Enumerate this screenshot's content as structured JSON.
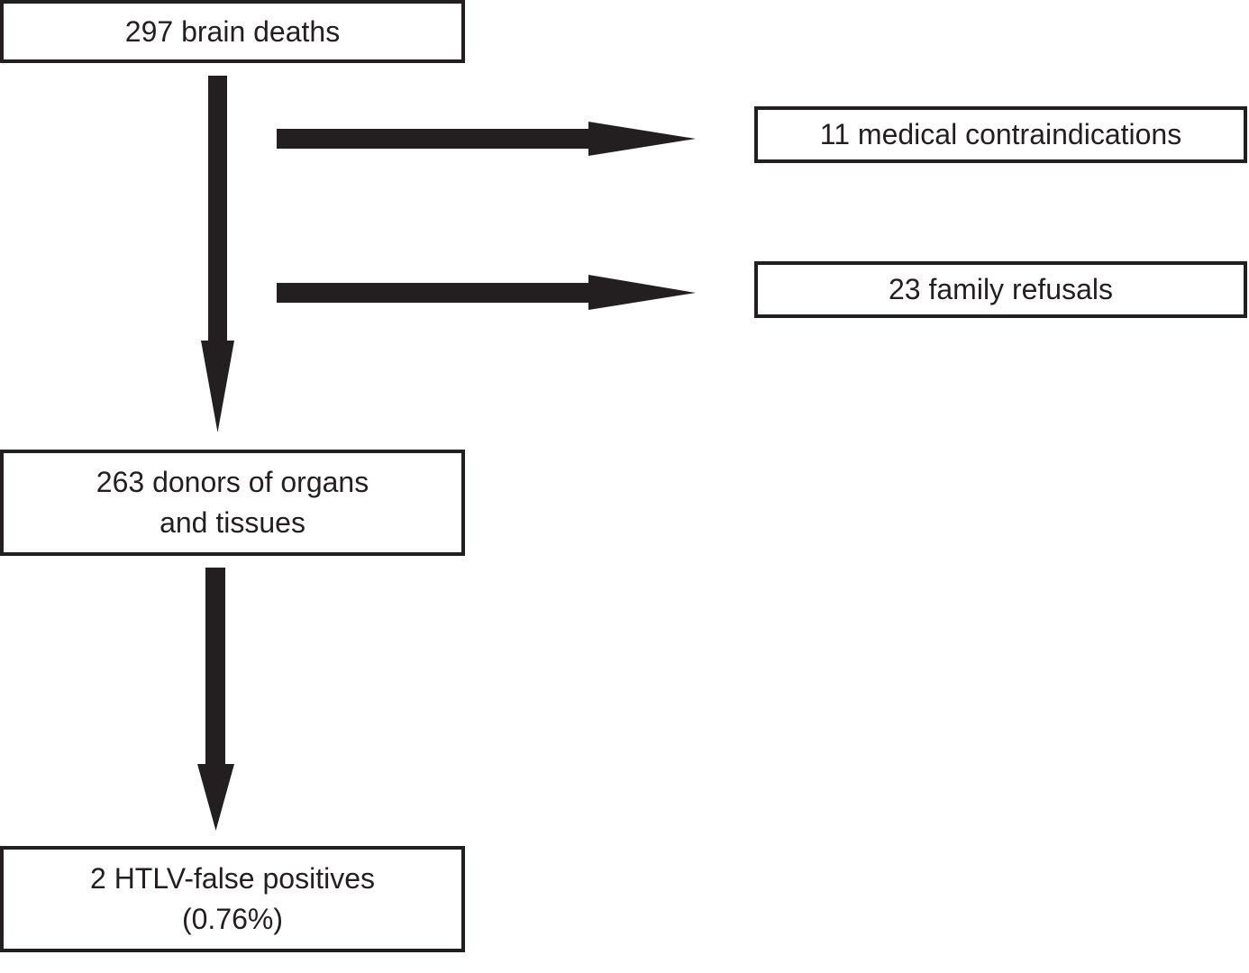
{
  "figure": {
    "type": "flowchart",
    "colors": {
      "ink": "#231f20",
      "node_fill": "#ffffff",
      "background": "#ffffff"
    },
    "nodes": {
      "brain_deaths": {
        "label": "297 brain deaths"
      },
      "medical_contraindications": {
        "label": "11 medical contraindications"
      },
      "family_refusals": {
        "label": "23 family refusals"
      },
      "donors": {
        "label": "263 donors of organs\nand tissues"
      },
      "htlv_false_positives": {
        "label": "2 HTLV-false positives\n(0.76%)"
      }
    },
    "edges": [
      {
        "from": "brain_deaths",
        "to": "medical_contraindications",
        "direction": "right"
      },
      {
        "from": "brain_deaths",
        "to": "family_refusals",
        "direction": "right"
      },
      {
        "from": "brain_deaths",
        "to": "donors",
        "direction": "down"
      },
      {
        "from": "donors",
        "to": "htlv_false_positives",
        "direction": "down"
      }
    ]
  }
}
